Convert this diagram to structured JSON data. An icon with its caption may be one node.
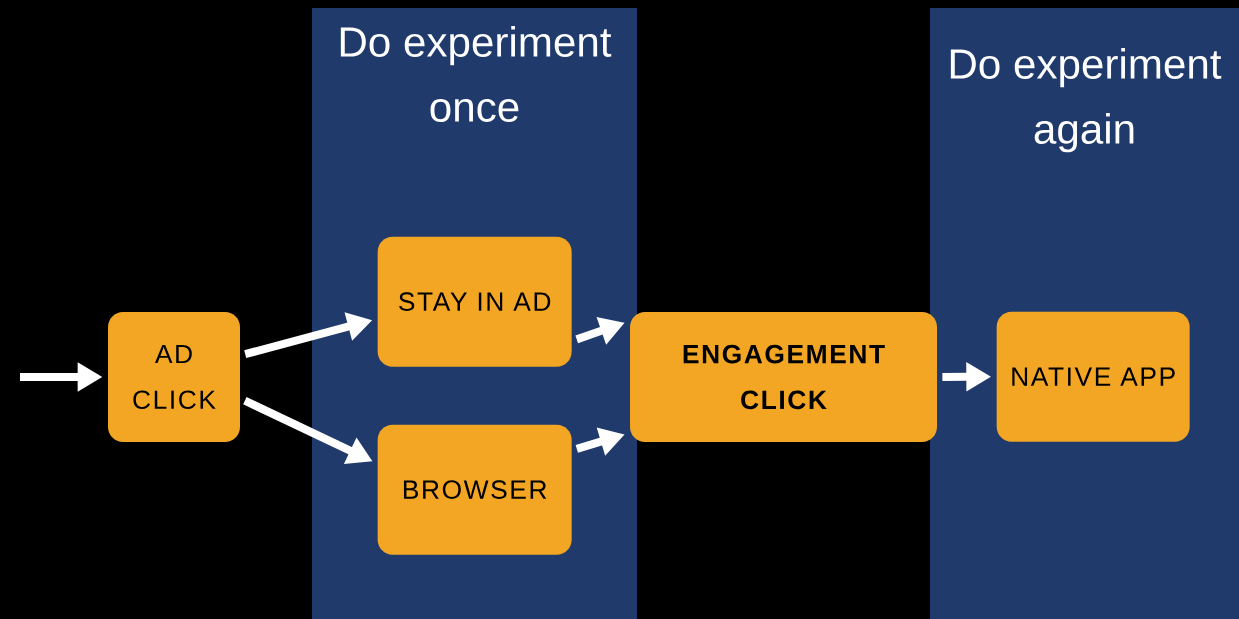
{
  "diagram": {
    "nodes": [
      {
        "text": [
          "Do experiment once"
        ]
      },
      {
        "text": [
          "AD CLICK"
        ]
      },
      {
        "text": [
          "STAY IN AD"
        ],
        "in": 0
      },
      {
        "text": [
          "BROWSER"
        ],
        "in": 0
      },
      {
        "text": [
          "ENGAGEMENT CLICK"
        ]
      },
      {
        "text": [
          "Do experiment again"
        ]
      },
      {
        "text": [
          "NATIVE APP"
        ],
        "in": 5
      }
    ],
    "edges": [
      {
        "from": null,
        "to": 1,
        "arrow": "to"
      },
      {
        "from": 1,
        "to": 2,
        "arrow": "to"
      },
      {
        "from": 1,
        "to": 3,
        "arrow": "to"
      },
      {
        "from": 2,
        "to": 4,
        "arrow": "to"
      },
      {
        "from": 3,
        "to": 4,
        "arrow": "to"
      },
      {
        "from": 4,
        "to": 6,
        "arrow": "to"
      }
    ]
  }
}
